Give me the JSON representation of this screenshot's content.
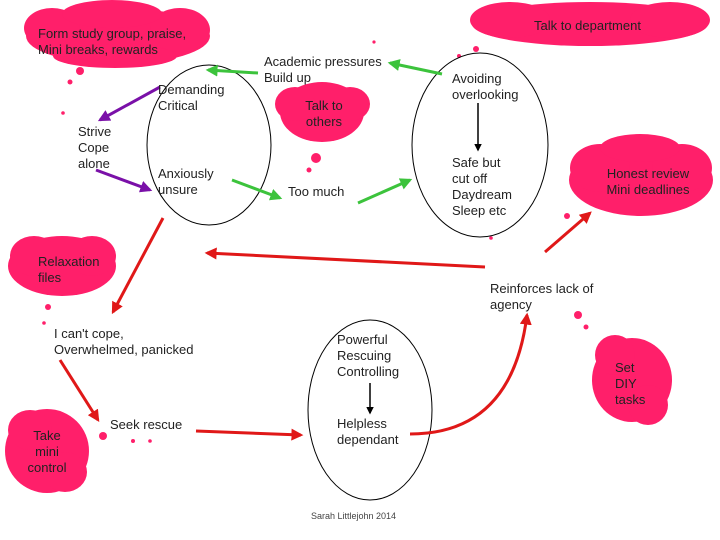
{
  "colors": {
    "cloud_fill": "#ff1f6a",
    "green_arrow": "#3cc33c",
    "red_arrow": "#e01818",
    "purple_arrow": "#7a10a8",
    "outline": "#000000"
  },
  "clouds": {
    "study_group": "Form study group, praise,\nMini breaks, rewards",
    "talk_department": "Talk to department",
    "talk_others": "Talk to\nothers",
    "honest_review": "Honest review\nMini deadlines",
    "relaxation_files": "Relaxation\nfiles",
    "set_diy_tasks": "Set\nDIY\ntasks",
    "take_mini_control": "Take\nmini\ncontrol"
  },
  "labels": {
    "demanding_critical": "Demanding\nCritical",
    "strive_cope_alone": "Strive\nCope\nalone",
    "anxiously_unsure": "Anxiously\nunsure",
    "academic_pressures": "Academic pressures\nBuild up",
    "too_much": "Too much",
    "avoiding_overlooking": "Avoiding\noverlooking",
    "safe_but_cut_off": "Safe but\ncut off\nDaydream\nSleep etc",
    "reinforces_lack": "Reinforces lack of\nagency",
    "cant_cope": "I can't cope,\nOverwhelmed, panicked",
    "seek_rescue": "Seek rescue",
    "powerful_rescuing": "Powerful\nRescuing\nControlling",
    "helpless_dependant": "Helpless\ndependant"
  },
  "credit": "Sarah Littlejohn 2014"
}
